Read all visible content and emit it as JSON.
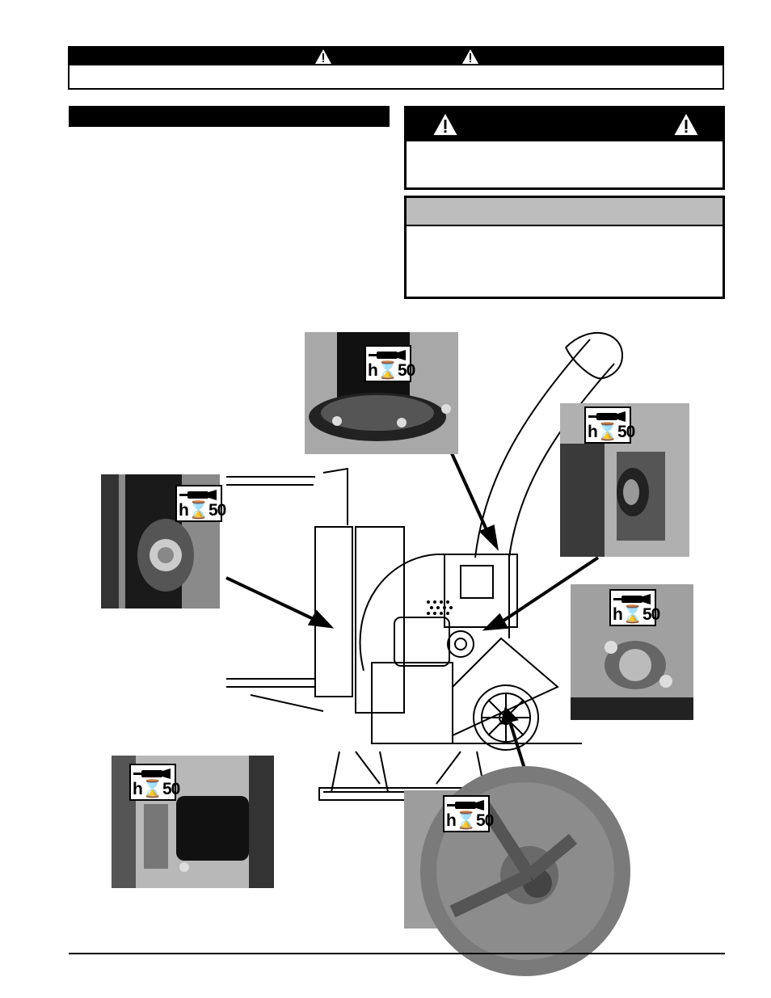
{
  "lube_decals": [
    {
      "id": "blower-top",
      "interval": "h⌛50"
    },
    {
      "id": "fan-bearing-right",
      "interval": "h⌛50"
    },
    {
      "id": "feed-roller-bearing",
      "interval": "h⌛50"
    },
    {
      "id": "shaft-bearing-right",
      "interval": "h⌛50"
    },
    {
      "id": "lower-left-pivot",
      "interval": "h⌛50"
    },
    {
      "id": "drive-pulley",
      "interval": "h⌛50"
    }
  ],
  "icons": {
    "warning": "warning-triangle-icon",
    "lube": "grease-gun-icon"
  },
  "colors": {
    "banner": "#000000",
    "notice_bar": "#bdbdbd",
    "photo_gray": "#9a9a9a"
  }
}
